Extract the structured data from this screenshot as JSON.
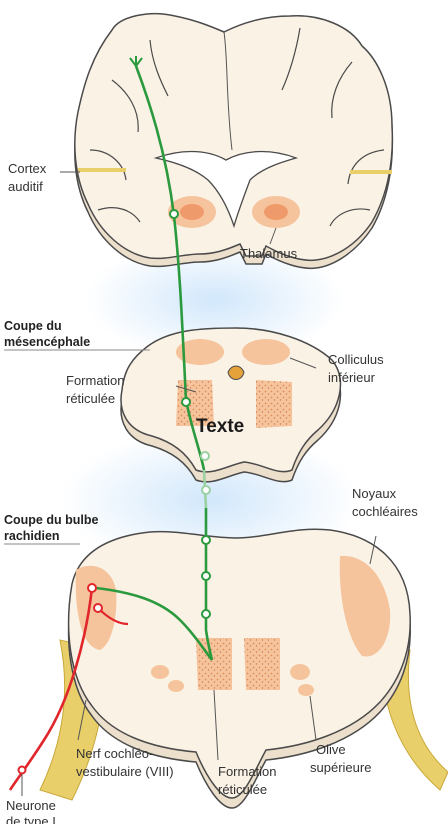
{
  "labels": {
    "cortex_line1": "Cortex",
    "cortex_line2": "auditif",
    "thalamus": "Thalamus",
    "midbrain_header_line1": "Coupe du",
    "midbrain_header_line2": "mésencéphale",
    "colliculus_line1": "Colliculus",
    "colliculus_line2": "inférieur",
    "reticular_upper_line1": "Formation",
    "reticular_upper_line2": "réticulée",
    "center_text": "Texte",
    "medulla_header_line1": "Coupe du bulbe",
    "medulla_header_line2": "rachidien",
    "cochlear_nuclei_line1": "Noyaux",
    "cochlear_nuclei_line2": "cochléaires",
    "nerve_line1": "Nerf cochléo-",
    "nerve_line2": "vestibulaire (VIII)",
    "reticular_lower_line1": "Formation",
    "reticular_lower_line2": "réticulée",
    "olive_line1": "Olive",
    "olive_line2": "supérieure",
    "neuron_line1": "Neurone",
    "neuron_line2": "de type I"
  },
  "colors": {
    "tissue": "#fbf2e6",
    "tissue_shadow": "#ece0cc",
    "outline": "#4a4a4a",
    "nucleus": "#f6c49c",
    "nucleus_dark": "#ef9a6a",
    "pathway": "#2b9a3e",
    "pathway_faded": "#9bd0a3",
    "neuron": "#e0262b",
    "nerve_bundle": "#e9cf6a",
    "glow": "#cfe6fb"
  }
}
